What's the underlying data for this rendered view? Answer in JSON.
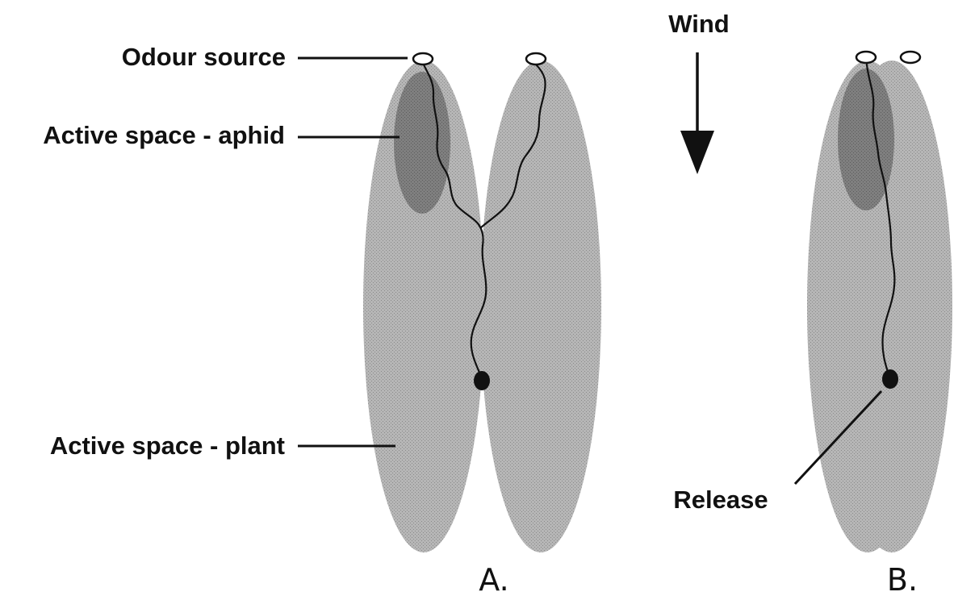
{
  "labels": {
    "odour_source": "Odour source",
    "active_space_aphid": "Active space - aphid",
    "active_space_plant": "Active space - plant",
    "wind": "Wind",
    "release": "Release",
    "panel_a": "A.",
    "panel_b": "B."
  },
  "colors": {
    "plant_space": "#b3b3b3",
    "aphid_space": "#7d7d7d",
    "outline": "#111111",
    "background": "#ffffff"
  },
  "icons": {
    "wind_direction": "down-arrow-icon"
  }
}
